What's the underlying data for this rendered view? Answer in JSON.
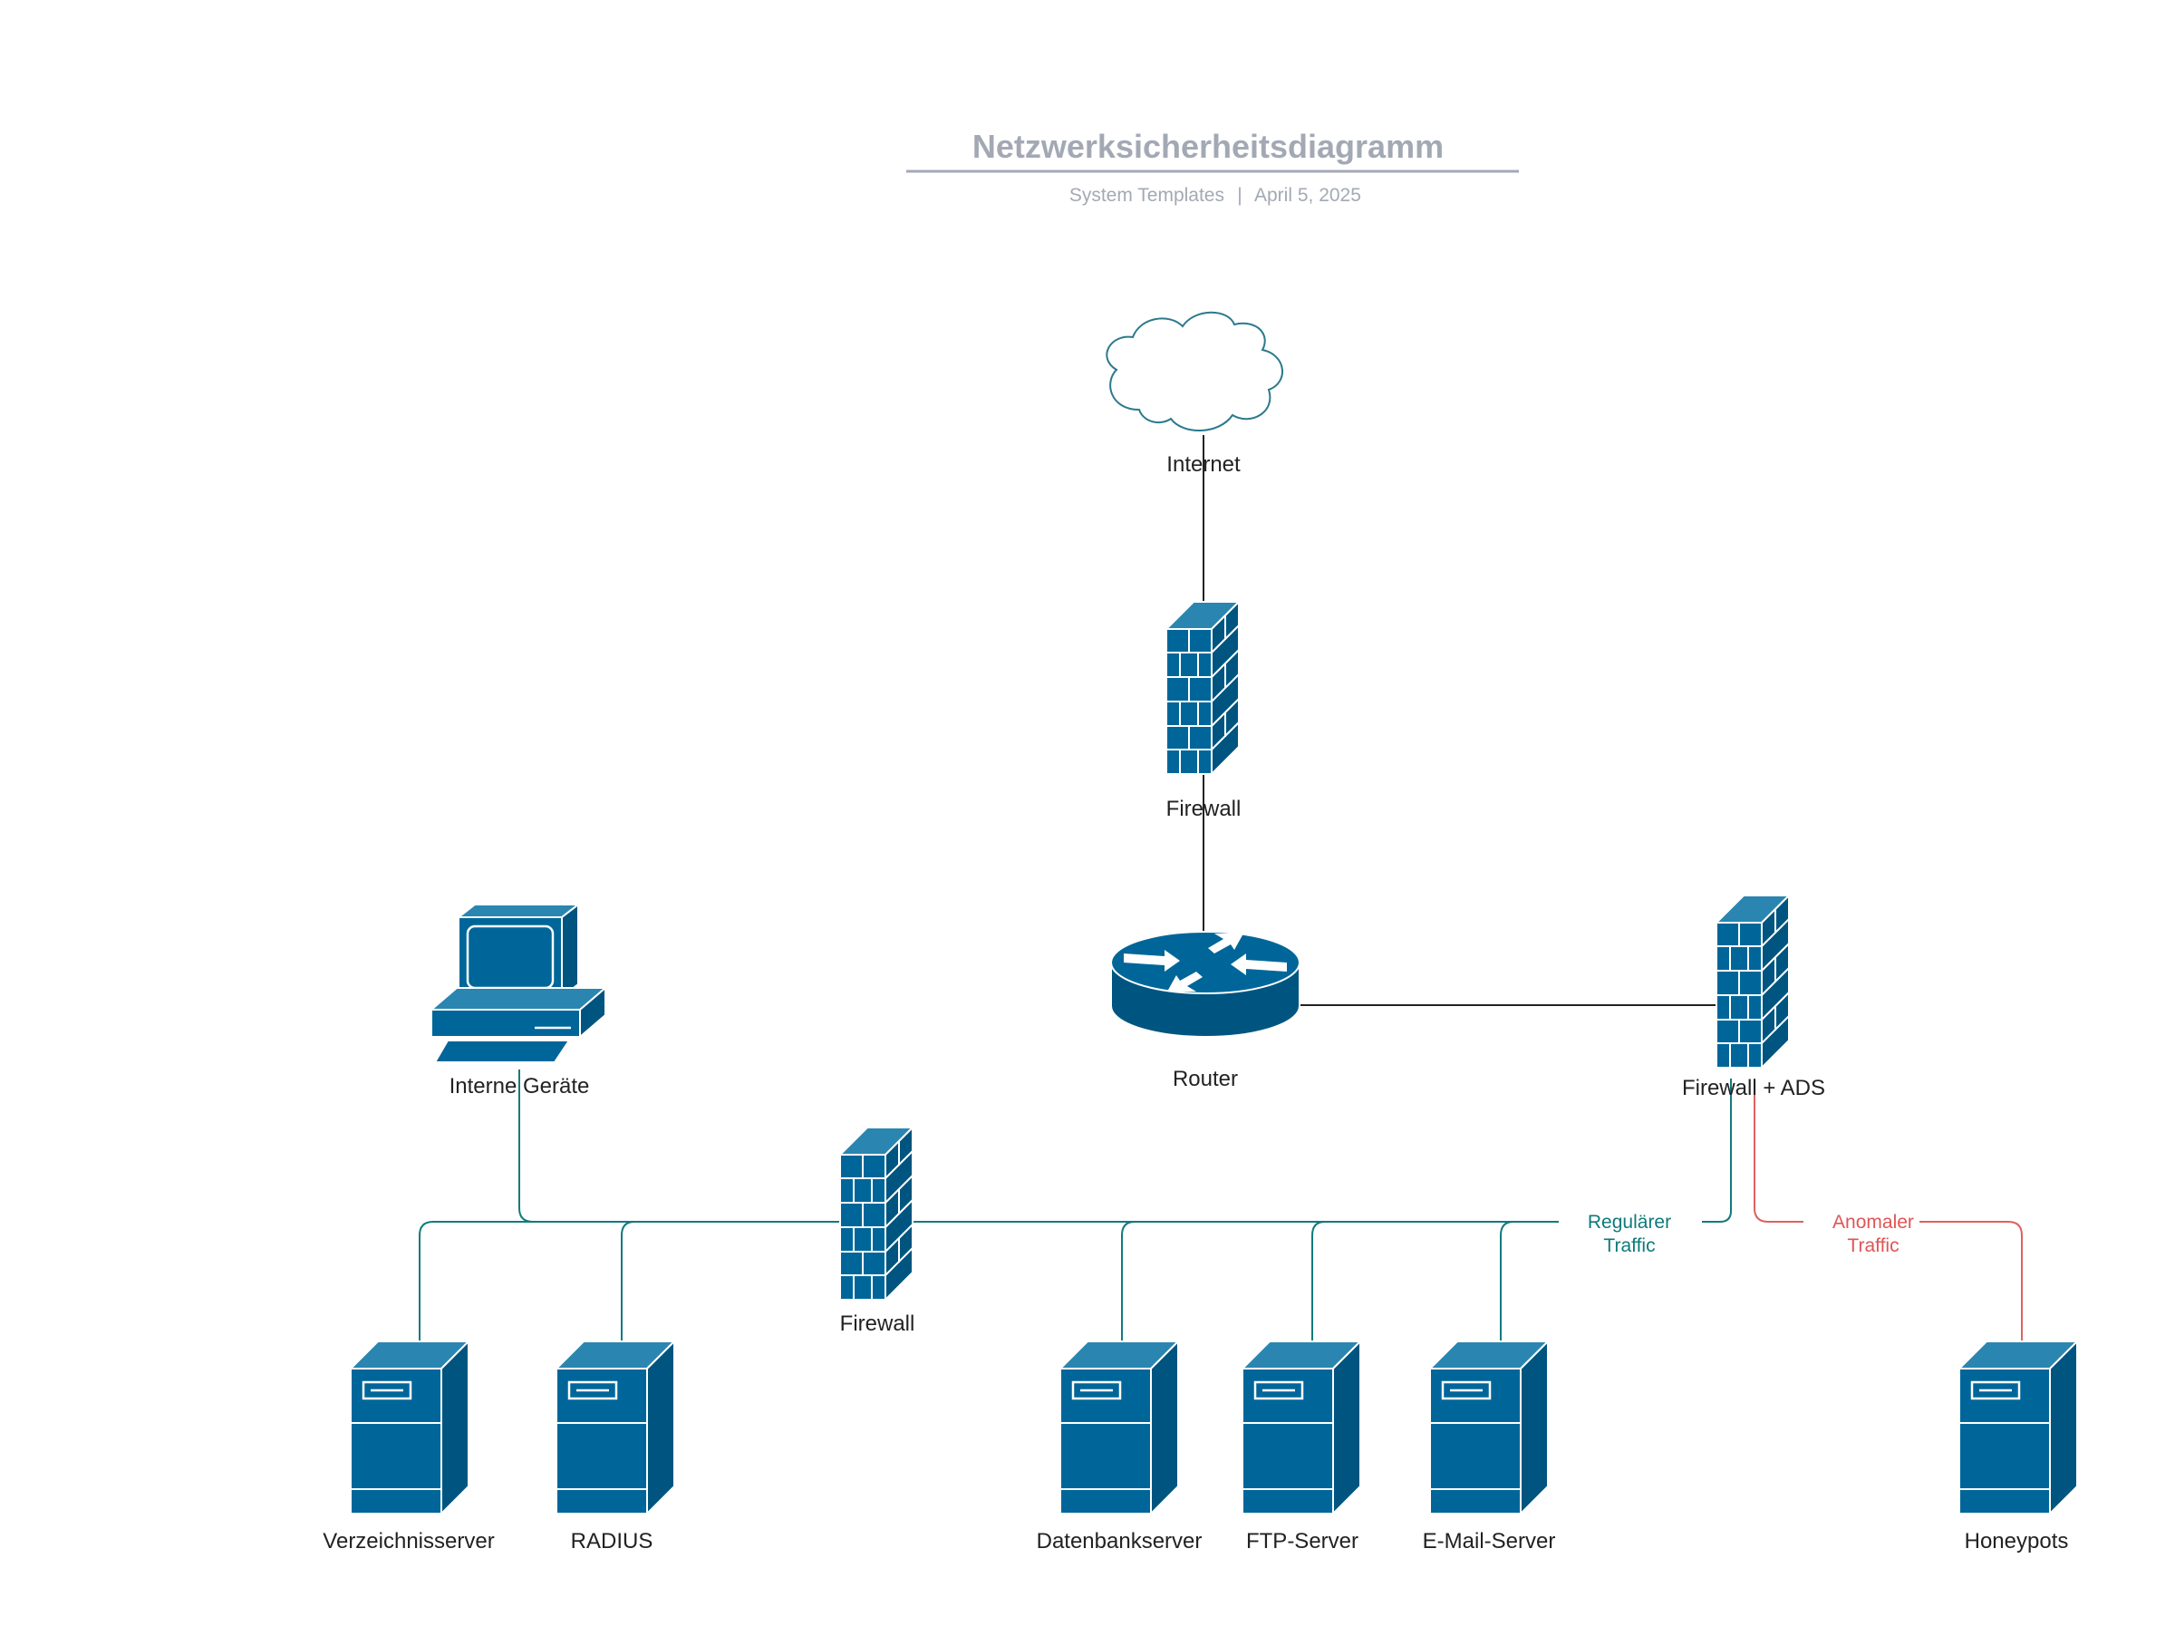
{
  "header": {
    "title": "Netzwerksicherheitsdiagramm",
    "source": "System Templates",
    "separator": "|",
    "date": "April 5, 2025"
  },
  "colors": {
    "device": "#006699",
    "device_dark": "#005580",
    "title": "#a3a9b4",
    "regular_traffic": "#127a7e",
    "anomalous_traffic": "#e06060"
  },
  "nodes": {
    "internet": {
      "label": "Internet",
      "icon": "cloud-icon"
    },
    "firewall_top": {
      "label": "Firewall",
      "icon": "firewall-icon"
    },
    "router": {
      "label": "Router",
      "icon": "router-icon"
    },
    "firewall_ads": {
      "label": "Firewall + ADS",
      "icon": "firewall-icon"
    },
    "internal_devices": {
      "label": "Interne Geräte",
      "icon": "computer-icon"
    },
    "firewall_internal": {
      "label": "Firewall",
      "icon": "firewall-icon"
    },
    "directory_server": {
      "label": "Verzeichnisserver",
      "icon": "server-icon"
    },
    "radius": {
      "label": "RADIUS",
      "icon": "server-icon"
    },
    "database_server": {
      "label": "Datenbankserver",
      "icon": "server-icon"
    },
    "ftp_server": {
      "label": "FTP-Server",
      "icon": "server-icon"
    },
    "email_server": {
      "label": "E-Mail-Server",
      "icon": "server-icon"
    },
    "honeypots": {
      "label": "Honeypots",
      "icon": "server-icon"
    }
  },
  "edges": {
    "regular_traffic": {
      "line1": "Regulärer",
      "line2": "Traffic"
    },
    "anomalous_traffic": {
      "line1": "Anomaler",
      "line2": "Traffic"
    }
  }
}
